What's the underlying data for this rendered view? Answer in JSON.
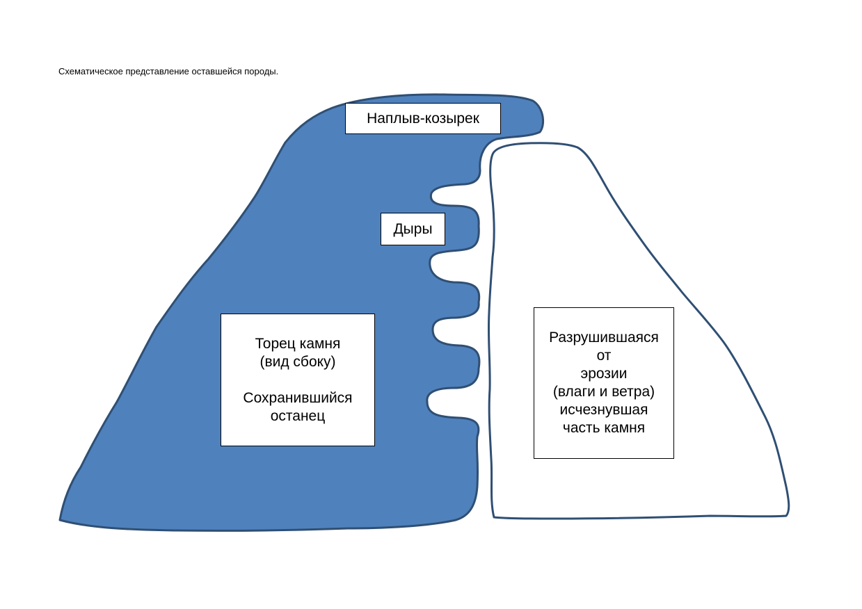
{
  "caption": "Схематическое представление оставшейся породы.",
  "colors": {
    "remnant_fill": "#4f81bd",
    "outline": "#2f4f73",
    "eroded_fill": "#ffffff"
  },
  "labels": {
    "overhang": {
      "lines": [
        "Наплыв-козырек"
      ]
    },
    "holes": {
      "lines": [
        "Дыры"
      ]
    },
    "face": {
      "lines": [
        "Торец камня",
        "(вид сбоку)",
        "",
        "Сохранившийся",
        "останец"
      ]
    },
    "eroded": {
      "lines": [
        "Разрушившаяся",
        "от",
        "эрозии",
        "(влаги и ветра)",
        "исчезнувшая",
        "часть камня"
      ]
    }
  }
}
